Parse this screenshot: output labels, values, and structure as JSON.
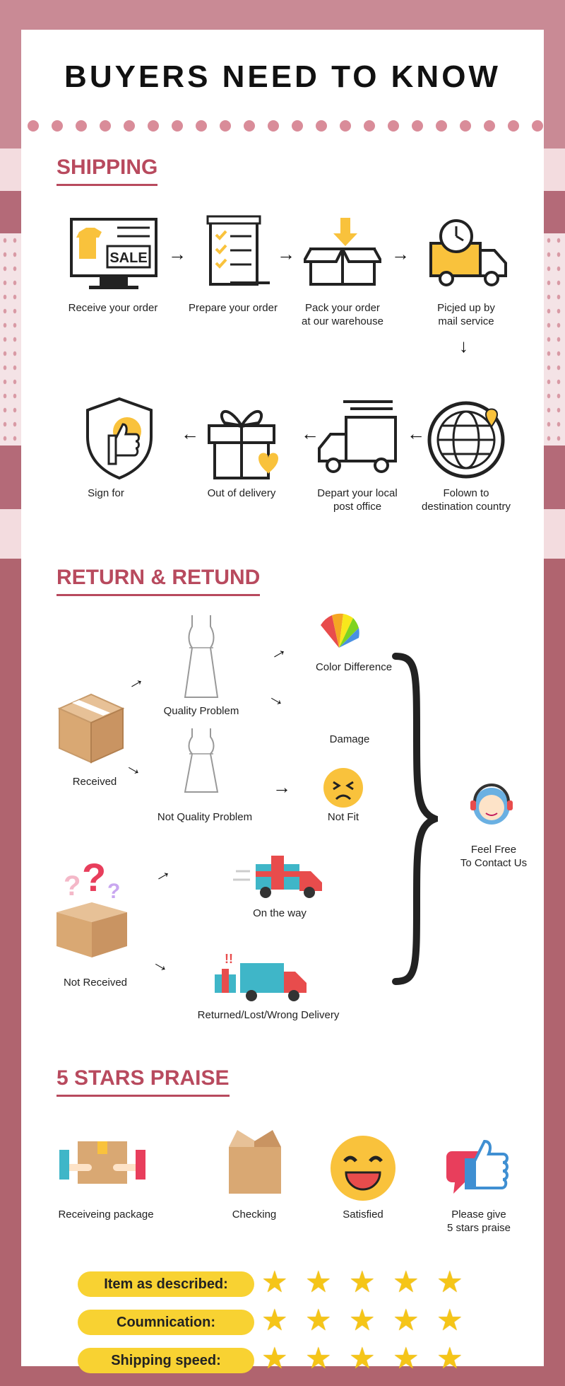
{
  "header": {
    "title": "BUYERS NEED TO KNOW"
  },
  "shipping": {
    "heading": "SHIPPING",
    "steps_row1": [
      {
        "label": "Receive your order",
        "icon": "computer-sale-icon"
      },
      {
        "label": "Prepare your order",
        "icon": "checklist-icon"
      },
      {
        "label": "Pack your order\nat our warehouse",
        "icon": "box-icon"
      },
      {
        "label": "Picjed up by\nmail service",
        "icon": "delivery-truck-icon"
      }
    ],
    "steps_row2": [
      {
        "label": "Sign for",
        "icon": "shield-thumb-icon"
      },
      {
        "label": "Out of delivery",
        "icon": "gift-icon"
      },
      {
        "label": "Depart your local\npost office",
        "icon": "truck-icon"
      },
      {
        "label": "Folown to\ndestination country",
        "icon": "globe-icon"
      }
    ],
    "sale_text": "SALE"
  },
  "returns": {
    "heading": "RETURN & RETUND",
    "received": "Received",
    "quality_problem": "Quality Problem",
    "not_quality_problem": "Not Quality Problem",
    "color_difference": "Color Difference",
    "damage": "Damage",
    "not_fit": "Not Fit",
    "not_received": "Not Received",
    "on_the_way": "On the way",
    "returned": "Returned/Lost/Wrong Delivery",
    "contact": "Feel Free\nTo Contact Us"
  },
  "praise": {
    "heading": "5 STARS PRAISE",
    "steps": [
      {
        "label": "Receiveing package",
        "icon": "package-hands-icon"
      },
      {
        "label": "Checking",
        "icon": "open-box-icon"
      },
      {
        "label": "Satisfied",
        "icon": "smiley-icon"
      },
      {
        "label": "Please give\n5 stars praise",
        "icon": "thumbs-up-chat-icon"
      }
    ],
    "ratings": [
      {
        "label": "Item as described:",
        "stars": 5
      },
      {
        "label": "Coumnication:",
        "stars": 5
      },
      {
        "label": "Shipping speed:",
        "stars": 5
      }
    ]
  },
  "colors": {
    "accent": "#b84a5e",
    "pill": "#f8d232",
    "star": "#f5c518",
    "icon_yellow": "#f9c23c"
  }
}
